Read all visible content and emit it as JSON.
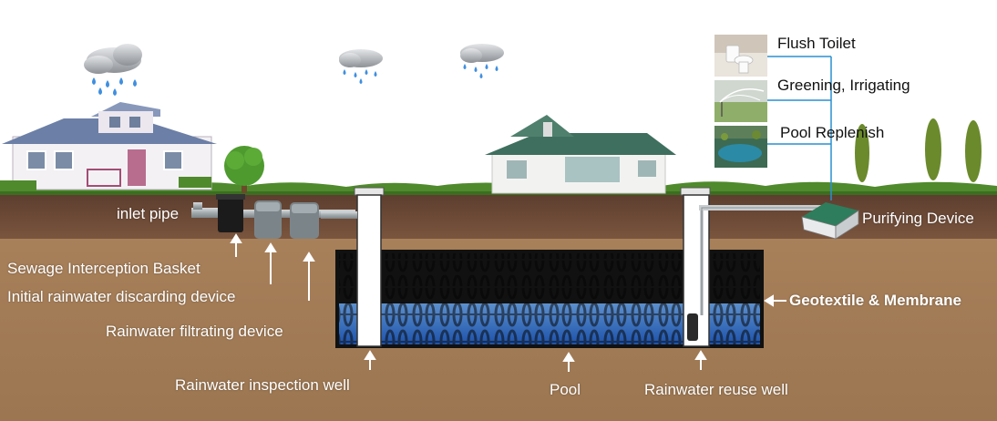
{
  "labels": {
    "inlet_pipe": "inlet pipe",
    "sewage_basket": "Sewage Interception Basket",
    "initial_discard": "Initial rainwater discarding device",
    "filtrating": "Rainwater filtrating device",
    "inspection_well": "Rainwater inspection well",
    "pool": "Pool",
    "reuse_well": "Rainwater reuse  well",
    "purifying": "Purifying Device",
    "geotextile": "Geotextile & Membrane",
    "uses": [
      "Flush Toilet",
      "Greening, Irrigating",
      "Pool Replenish"
    ]
  },
  "icons": [
    "cloud-rain-icon",
    "house-icon",
    "villa-icon",
    "tree-icon",
    "toilet-icon",
    "sprinkler-icon",
    "pond-icon"
  ],
  "colors": {
    "sky": "#ffffff",
    "grass": "#4f8a2c",
    "topsoil": "#6e4a36",
    "subsoil": "#b38a5c",
    "water": "#2f6fd0",
    "pipe": "#9aa2a6",
    "purifier": "#2e7d5c",
    "use_line": "#2a8fd0"
  }
}
